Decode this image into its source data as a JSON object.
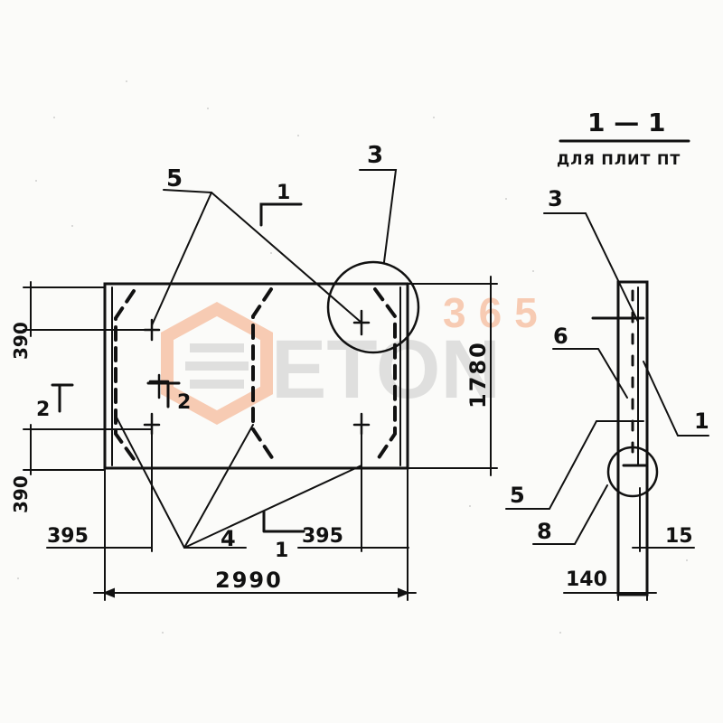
{
  "section": {
    "title": "1 — 1",
    "subtitle": "ДЛЯ ПЛИТ ПТ"
  },
  "plan": {
    "callouts": {
      "c5": "5",
      "c3": "3",
      "c4": "4",
      "cut1_top": "1",
      "cut1_bottom": "1",
      "cut2_left": "2",
      "cut2_right": "2"
    },
    "dimensions": {
      "width_total": "2990",
      "height_total": "1780",
      "offset_left": "395",
      "offset_right": "395",
      "offset_top": "390",
      "offset_bottom": "390"
    }
  },
  "section_view": {
    "callouts": {
      "c3": "3",
      "c6": "6",
      "c1": "1",
      "c5": "5",
      "c8": "8"
    },
    "dimensions": {
      "thickness": "140",
      "cover": "15"
    }
  },
  "watermark": {
    "brand": "ETON",
    "number": "365",
    "color_accent": "#f4a57a",
    "color_gray": "#c9c9c9"
  }
}
